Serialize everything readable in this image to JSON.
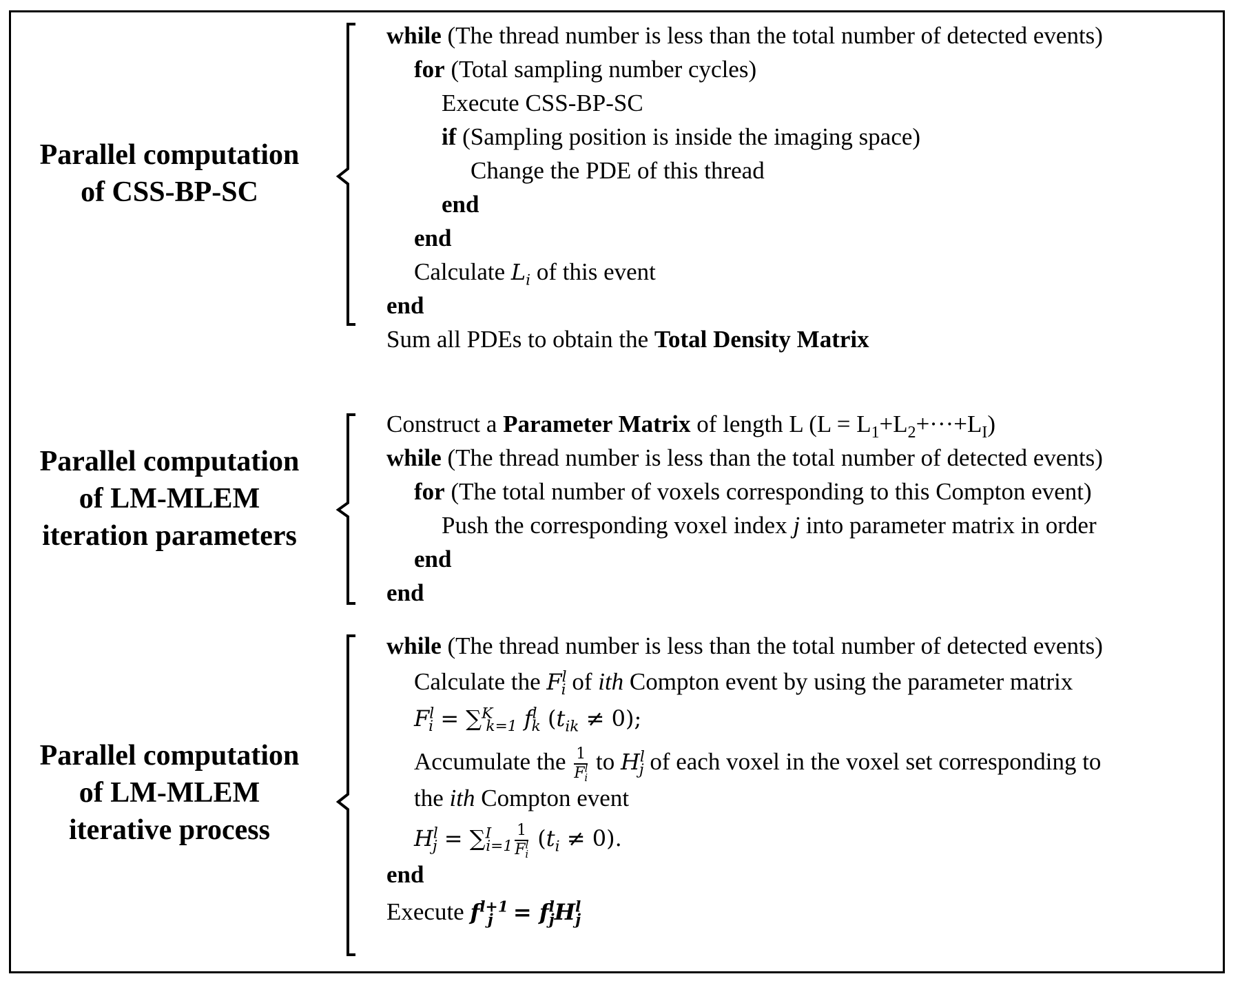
{
  "section1": {
    "label": [
      "Parallel computation",
      "of CSS-BP-SC"
    ],
    "while_kw": "while",
    "while_cond": " (The thread number is less than the total number of detected events)",
    "for_kw": "for",
    "for_cond": " (Total sampling number cycles)",
    "execute": "Execute CSS-BP-SC",
    "if_kw": "if",
    "if_cond": " (Sampling position is inside the imaging space)",
    "change": "Change the PDE of this thread",
    "end_kw": "end",
    "calc_pre": "Calculate ",
    "calc_var": "L",
    "calc_sub": "i",
    "calc_post": " of this event",
    "sum_pre": "Sum all PDEs to obtain the ",
    "sum_bold": "Total Density Matrix"
  },
  "section2": {
    "label": [
      "Parallel computation",
      "of LM-MLEM",
      "iteration parameters"
    ],
    "construct_pre": "Construct a ",
    "construct_bold": "Parameter Matrix",
    "construct_post": " of length L (L = L",
    "construct_sub1": "1",
    "construct_mid1": "+L",
    "construct_sub2": "2",
    "construct_mid2": "+···+L",
    "construct_sub3": "I",
    "construct_end": ")",
    "while_kw": "while",
    "while_cond": " (The thread number is less than the total number of detected events)",
    "for_kw": "for",
    "for_cond": " (The total number of voxels corresponding to this Compton event)",
    "push_pre": "Push the corresponding voxel index ",
    "push_var": "j",
    "push_post": " into parameter matrix in order",
    "end_kw": "end"
  },
  "section3": {
    "label": [
      "Parallel computation",
      "of LM-MLEM",
      "iterative process"
    ],
    "while_kw": "while",
    "while_cond": " (The thread number is less than the total number of detected events)",
    "calc_pre": "Calculate the ",
    "calc_mid": " of ",
    "calc_ith": "ith",
    "calc_post": " Compton event by using the parameter matrix",
    "F": "F",
    "f": "f",
    "H": "H",
    "l": "l",
    "i": "i",
    "j": "j",
    "k": "k",
    "K": "K",
    "I": "I",
    "sum": "∑",
    "eq": " = ",
    "k1": "k=1",
    "i1": "i=1",
    "one": "1",
    "cond1_pre": " (",
    "cond1_t": "t",
    "cond1_sub": "ik",
    "cond1_post": " ≠ 0);",
    "cond2_sub": "i",
    "cond2_post": " ≠ 0).",
    "acc_pre": "Accumulate the ",
    "acc_mid": " to ",
    "acc_post": " of each voxel in the voxel set corresponding to",
    "the_pre": "the ",
    "the_ith": "ith",
    "the_post": " Compton event",
    "end_kw": "end",
    "exec_pre": "Execute ",
    "lp1": "l+1"
  }
}
